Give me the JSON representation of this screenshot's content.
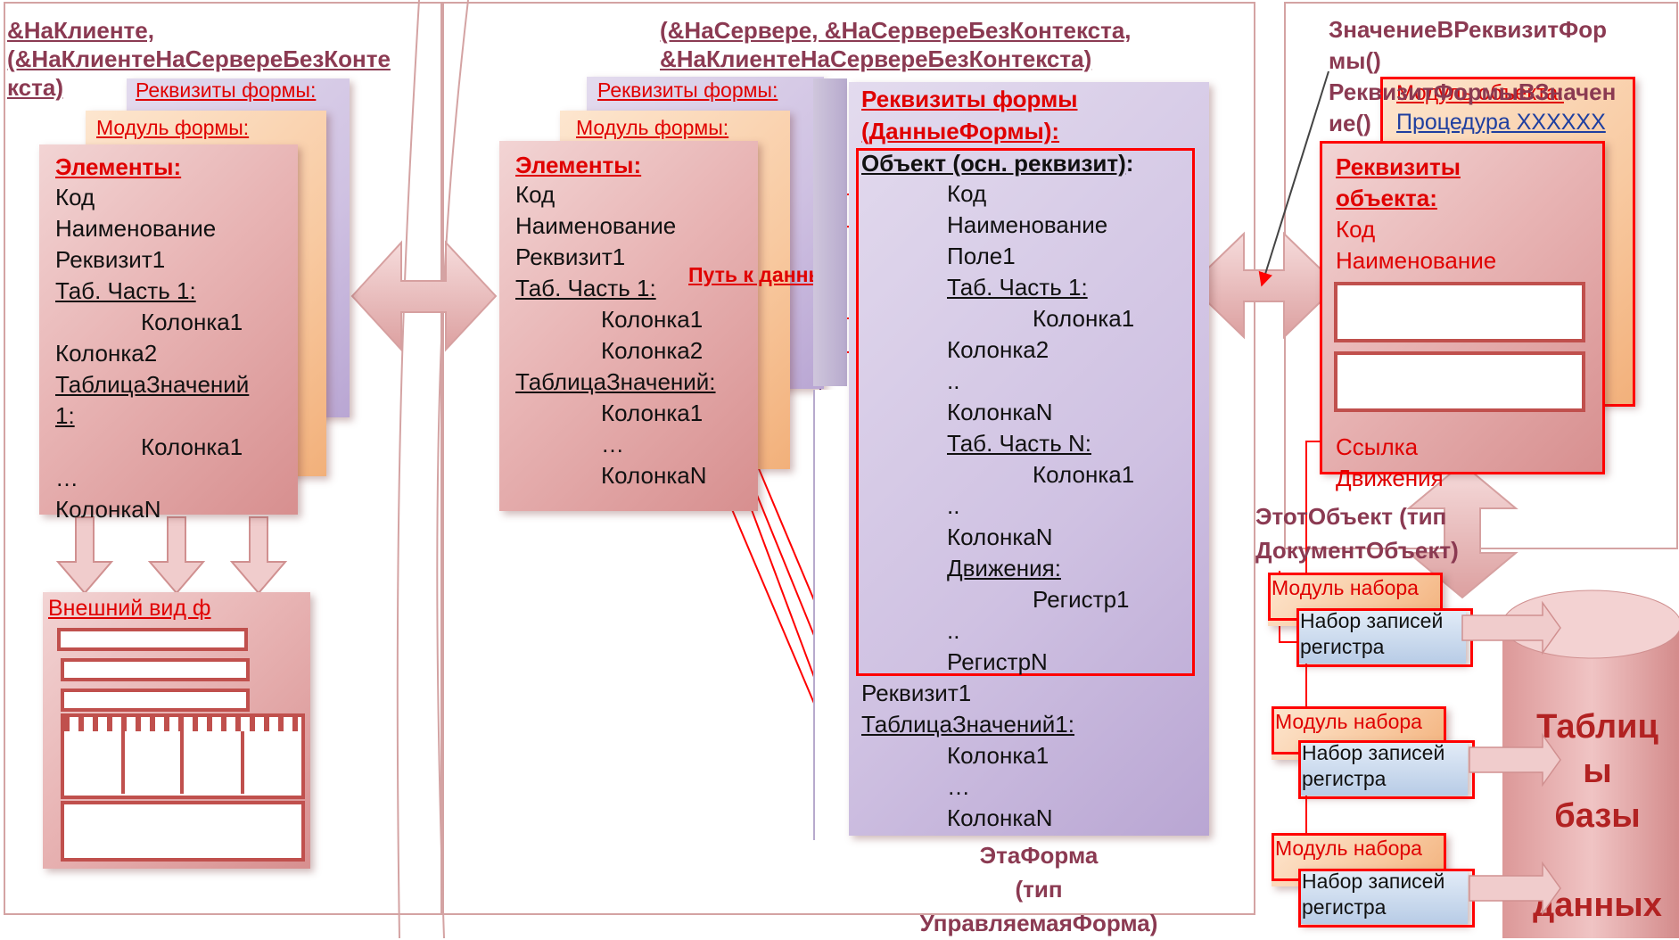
{
  "client": {
    "header": "&НаКлиенте, (&НаКлиентеНаСервереБезКонтекста)",
    "header_l1": "&НаКлиенте,",
    "header_l2": "(&НаКлиентеНаСервереБезКонте",
    "header_l3": "кста)",
    "rekv_label": "Реквизиты формы:",
    "module_label": "Модуль формы:",
    "elements_title": "Элементы:",
    "items": [
      "Код",
      "Наименование",
      "Реквизит1",
      "Таб. Часть 1:",
      "Колонка1",
      "Колонка2",
      "ТаблицаЗначений",
      "1:",
      "Колонка1",
      "…",
      "КолонкаN"
    ],
    "view_title": "Внешний вид ф"
  },
  "server": {
    "header_l1": "(&НаСервере, &НаСервереБезКонтекста,",
    "header_l2": "&НаКлиентеНаСервереБезКонтекста)",
    "rekv_label": "Реквизиты формы:",
    "module_label": "Модуль формы:",
    "elements_title": "Элементы:",
    "items": [
      "Код",
      "Наименование",
      "Реквизит1",
      "Таб. Часть 1:",
      "Колонка1",
      "Колонка2",
      "ТаблицаЗначений:",
      "Колонка1",
      "…",
      "КолонкаN"
    ],
    "path_label": "Путь к данным",
    "formdata_title_l1": "Реквизиты формы",
    "formdata_title_l2": "(ДанныеФормы):",
    "object_label": "Объект (осн. реквизит)",
    "object_colon": ":",
    "object_items": [
      "Код",
      "Наименование",
      "Поле1",
      "Таб. Часть 1:",
      "Колонка1",
      "Колонка2",
      "..",
      "КолонкаN",
      "Таб. Часть N:",
      "Колонка1",
      "..",
      "КолонкаN",
      "Движения:",
      "Регистр1",
      "..",
      "РегистрN"
    ],
    "extra_items": [
      "Реквизит1",
      "ТаблицаЗначений1:",
      "Колонка1",
      "…",
      "КолонкаN"
    ],
    "this_form_l1": "ЭтаФорма",
    "this_form_l2": "(тип",
    "this_form_l3": "УправляемаяФорма)"
  },
  "object": {
    "conv_l1": "ЗначениеВРеквизитФор",
    "conv_l2": "мы()",
    "conv_l3": "РеквизитФормыВЗначен",
    "conv_l4": "ие()",
    "module_label": "Модуль объекта:",
    "procedure": "Процедура XXXXXX",
    "rekv_title_l1": "Реквизиты",
    "rekv_title_l2": "объекта:",
    "items": [
      "Код",
      "Наименование",
      "Ссылка",
      "Движения"
    ],
    "this_obj_l1": "ЭтотОбъект (тип",
    "this_obj_l2": "ДокументОбъект)",
    "set_module": "Модуль набора",
    "record_set_l1": "Набор записей",
    "record_set_l2": "регистра",
    "db_l1": "Таблиц",
    "db_l2": "ы",
    "db_l3": "базы",
    "db_l4": "данных"
  }
}
